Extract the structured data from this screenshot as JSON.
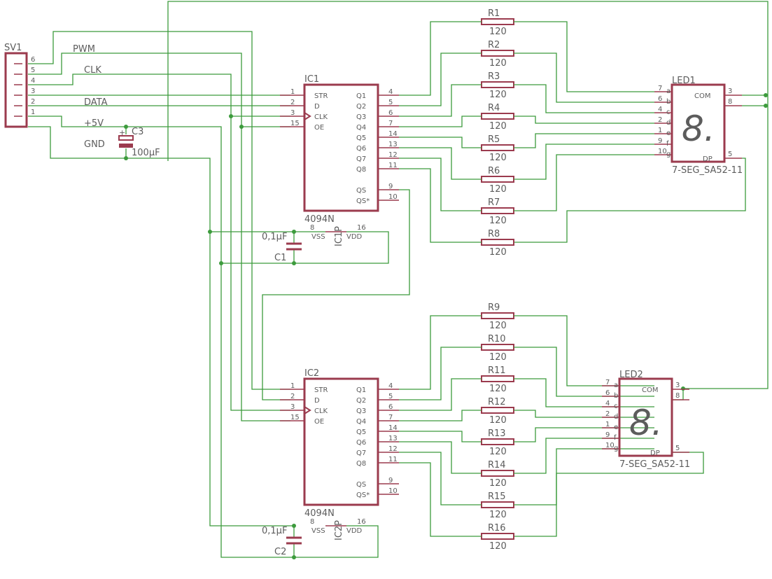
{
  "colors": {
    "wire": "#3c9b3c",
    "component": "#9b3b4e",
    "text": "#5c5c5c",
    "background": "#ffffff"
  },
  "connector": {
    "name": "SV1",
    "pins": [
      "6",
      "5",
      "4",
      "3",
      "2",
      "1"
    ],
    "nets": [
      "PWM",
      "CLK",
      "DATA",
      "+5V",
      "GND"
    ]
  },
  "capacitor_c3": {
    "name": "C3",
    "value": "100µF",
    "polarity": "+"
  },
  "shift_registers": [
    {
      "name": "IC1",
      "part": "4094N",
      "power_name": "IC1P",
      "left_pins": [
        {
          "num": "1",
          "label": "STR"
        },
        {
          "num": "2",
          "label": "D"
        },
        {
          "num": "3",
          "label": "CLK"
        },
        {
          "num": "15",
          "label": "OE"
        }
      ],
      "right_pins": [
        {
          "num": "4",
          "label": "Q1"
        },
        {
          "num": "5",
          "label": "Q2"
        },
        {
          "num": "6",
          "label": "Q3"
        },
        {
          "num": "7",
          "label": "Q4"
        },
        {
          "num": "14",
          "label": "Q5"
        },
        {
          "num": "13",
          "label": "Q6"
        },
        {
          "num": "12",
          "label": "Q7"
        },
        {
          "num": "11",
          "label": "Q8"
        }
      ],
      "extra_pins": [
        {
          "num": "9",
          "label": "QS"
        },
        {
          "num": "10",
          "label": "QS*"
        }
      ],
      "power_pins": [
        {
          "num": "8",
          "label": "VSS"
        },
        {
          "num": "16",
          "label": "VDD"
        }
      ],
      "cap": {
        "name": "C1",
        "value": "0,1µF"
      },
      "resistors": [
        "R1",
        "R2",
        "R3",
        "R4",
        "R5",
        "R6",
        "R7",
        "R8"
      ],
      "resistor_value": "120",
      "display": {
        "name": "LED1",
        "part": "7-SEG_SA52-11",
        "seg_pins": [
          {
            "num": "7",
            "seg": "a"
          },
          {
            "num": "6",
            "seg": "b"
          },
          {
            "num": "4",
            "seg": "c"
          },
          {
            "num": "2",
            "seg": "d"
          },
          {
            "num": "1",
            "seg": "e"
          },
          {
            "num": "9",
            "seg": "f"
          },
          {
            "num": "10",
            "seg": "g"
          }
        ],
        "com_label": "COM",
        "com_pins": [
          "3",
          "8"
        ],
        "dp_label": "DP",
        "dp_pin": "5",
        "glyph": "8."
      }
    },
    {
      "name": "IC2",
      "part": "4094N",
      "power_name": "IC2P",
      "left_pins": [
        {
          "num": "1",
          "label": "STR"
        },
        {
          "num": "2",
          "label": "D"
        },
        {
          "num": "3",
          "label": "CLK"
        },
        {
          "num": "15",
          "label": "OE"
        }
      ],
      "right_pins": [
        {
          "num": "4",
          "label": "Q1"
        },
        {
          "num": "5",
          "label": "Q2"
        },
        {
          "num": "6",
          "label": "Q3"
        },
        {
          "num": "7",
          "label": "Q4"
        },
        {
          "num": "14",
          "label": "Q5"
        },
        {
          "num": "13",
          "label": "Q6"
        },
        {
          "num": "12",
          "label": "Q7"
        },
        {
          "num": "11",
          "label": "Q8"
        }
      ],
      "extra_pins": [
        {
          "num": "9",
          "label": "QS"
        },
        {
          "num": "10",
          "label": "QS*"
        }
      ],
      "power_pins": [
        {
          "num": "8",
          "label": "VSS"
        },
        {
          "num": "16",
          "label": "VDD"
        }
      ],
      "cap": {
        "name": "C2",
        "value": "0,1µF"
      },
      "resistors": [
        "R9",
        "R10",
        "R11",
        "R12",
        "R13",
        "R14",
        "R15",
        "R16"
      ],
      "resistor_value": "120",
      "display": {
        "name": "LED2",
        "part": "7-SEG_SA52-11",
        "seg_pins": [
          {
            "num": "7",
            "seg": "a"
          },
          {
            "num": "6",
            "seg": "b"
          },
          {
            "num": "4",
            "seg": "c"
          },
          {
            "num": "2",
            "seg": "d"
          },
          {
            "num": "1",
            "seg": "e"
          },
          {
            "num": "9",
            "seg": "f"
          },
          {
            "num": "10",
            "seg": "g"
          }
        ],
        "com_label": "COM",
        "com_pins": [
          "3",
          "8"
        ],
        "dp_label": "DP",
        "dp_pin": "5",
        "glyph": "8."
      }
    }
  ]
}
